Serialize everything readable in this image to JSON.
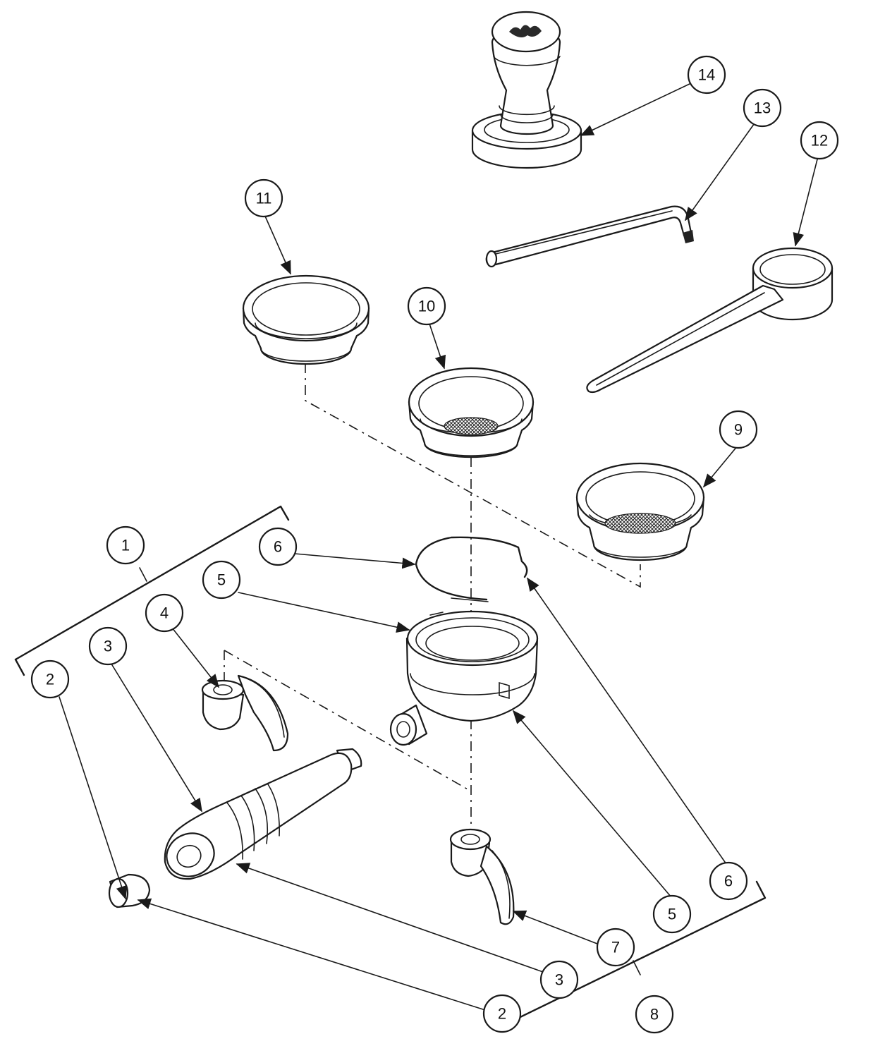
{
  "callouts": [
    {
      "id": "c1",
      "label": "1"
    },
    {
      "id": "c2a",
      "label": "2"
    },
    {
      "id": "c2b",
      "label": "2"
    },
    {
      "id": "c3a",
      "label": "3"
    },
    {
      "id": "c3b",
      "label": "3"
    },
    {
      "id": "c4",
      "label": "4"
    },
    {
      "id": "c5a",
      "label": "5"
    },
    {
      "id": "c5b",
      "label": "5"
    },
    {
      "id": "c6a",
      "label": "6"
    },
    {
      "id": "c6b",
      "label": "6"
    },
    {
      "id": "c7",
      "label": "7"
    },
    {
      "id": "c8",
      "label": "8"
    },
    {
      "id": "c9",
      "label": "9"
    },
    {
      "id": "c10",
      "label": "10"
    },
    {
      "id": "c11",
      "label": "11"
    },
    {
      "id": "c12",
      "label": "12"
    },
    {
      "id": "c13",
      "label": "13"
    },
    {
      "id": "c14",
      "label": "14"
    }
  ],
  "tamper_logo": "logo",
  "colors": {
    "ink": "#1a1a1a",
    "background": "#ffffff",
    "shade": "#e8e8e8"
  }
}
